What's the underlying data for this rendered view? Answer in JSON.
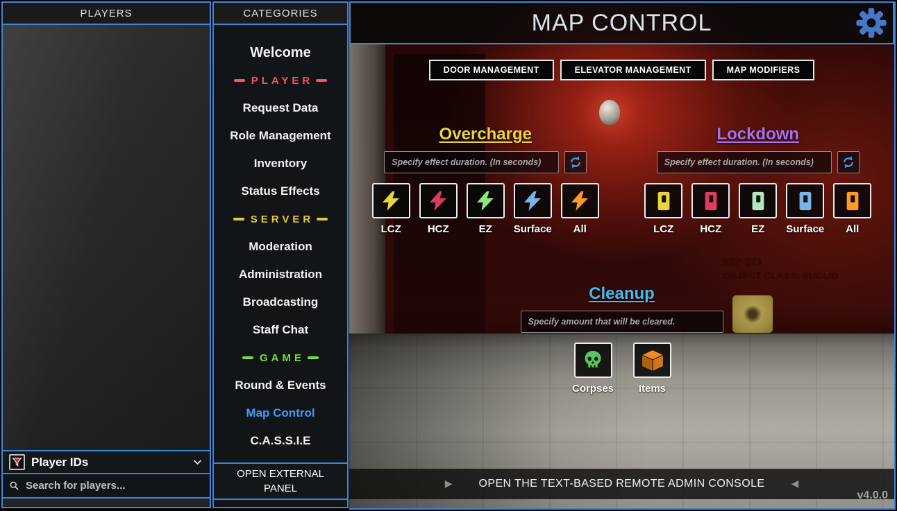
{
  "colors": {
    "accent_blue": "#3e86da",
    "player_section": "#ff5066",
    "server_section": "#e3c83e",
    "game_section": "#6fe23a",
    "active_item": "#3f9bf5",
    "overcharge": "#e8d43c",
    "lockdown": "#a472f0",
    "cleanup": "#45b9f0",
    "gear": "#4579c8",
    "refresh": "#3da0e8"
  },
  "players_panel": {
    "title": "PLAYERS",
    "filter_label": "Player IDs",
    "search_placeholder": "Search for players..."
  },
  "categories_panel": {
    "title": "CATEGORIES",
    "items": {
      "welcome": "Welcome",
      "player_header": "PLAYER",
      "request_data": "Request Data",
      "role_management": "Role Management",
      "inventory": "Inventory",
      "status_effects": "Status Effects",
      "server_header": "SERVER",
      "moderation": "Moderation",
      "administration": "Administration",
      "broadcasting": "Broadcasting",
      "staff_chat": "Staff Chat",
      "game_header": "GAME",
      "round_events": "Round & Events",
      "map_control": "Map Control",
      "cassie": "C.A.S.S.I.E"
    },
    "external_button": "OPEN EXTERNAL PANEL"
  },
  "main": {
    "title": "MAP CONTROL",
    "tabs": [
      "DOOR MANAGEMENT",
      "ELEVATOR MANAGEMENT",
      "MAP MODIFIERS"
    ],
    "overcharge": {
      "title": "Overcharge",
      "placeholder": "Specify effect duration. (In seconds)",
      "zones": [
        {
          "label": "LCZ",
          "color": "#e8d43c"
        },
        {
          "label": "HCZ",
          "color": "#e03a5e"
        },
        {
          "label": "EZ",
          "color": "#8ce87a"
        },
        {
          "label": "Surface",
          "color": "#7ab4ea"
        },
        {
          "label": "All",
          "color": "#ff9a28"
        }
      ]
    },
    "lockdown": {
      "title": "Lockdown",
      "placeholder": "Specify effect duration. (In seconds)",
      "zones": [
        {
          "label": "LCZ",
          "color": "#e8d43c"
        },
        {
          "label": "HCZ",
          "color": "#e03a5e"
        },
        {
          "label": "EZ",
          "color": "#b2e8c0"
        },
        {
          "label": "Surface",
          "color": "#7ab4ea"
        },
        {
          "label": "All",
          "color": "#ff9a28"
        }
      ]
    },
    "cleanup": {
      "title": "Cleanup",
      "placeholder": "Specify amount that will be cleared.",
      "buttons": [
        {
          "label": "Corpses",
          "color": "#57c65e"
        },
        {
          "label": "Items",
          "color": "#f08a1e"
        }
      ]
    },
    "bottom_bar": {
      "label": "OPEN THE TEXT-BASED REMOTE ADMIN CONSOLE",
      "left_arrow_glyph": "▶",
      "right_arrow_glyph": "◀",
      "version": "v4.0.0"
    }
  },
  "scene": {
    "poster_title": "SCP-173",
    "poster_subtitle": "OBJECT CLASS: EUCLID"
  }
}
